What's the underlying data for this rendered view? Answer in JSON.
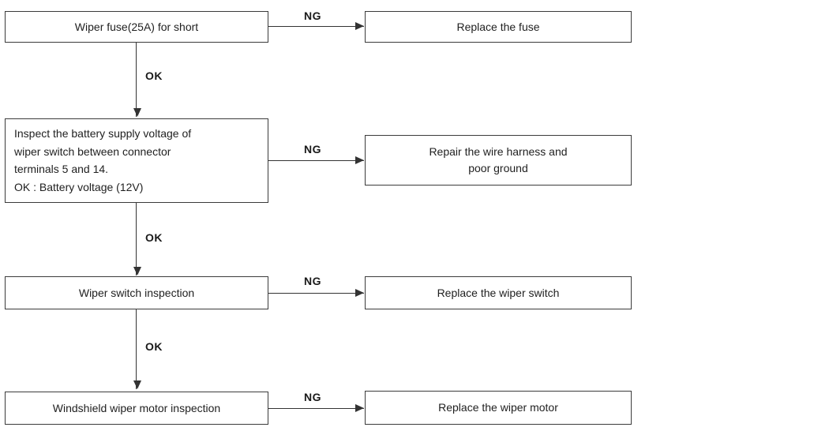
{
  "diagram": {
    "type": "troubleshooting-flowchart",
    "colors": {
      "background": "#ffffff",
      "line": "#333333",
      "border": "#3b3b3b",
      "text": "#1f1f1f"
    },
    "rows": [
      {
        "step": "Wiper fuse(25A) for short",
        "ng": "NG",
        "action": "Replace the fuse",
        "ok": "OK"
      },
      {
        "step": "Inspect the battery supply voltage of\nwiper switch between connector\nterminals 5 and 14.\nOK : Battery voltage (12V)",
        "ng": "NG",
        "action": "Repair the wire harness and\npoor ground",
        "ok": "OK"
      },
      {
        "step": "Wiper switch inspection",
        "ng": "NG",
        "action": "Replace the wiper switch",
        "ok": "OK"
      },
      {
        "step": "Windshield wiper motor inspection",
        "ng": "NG",
        "action": "Replace the wiper motor"
      }
    ]
  }
}
